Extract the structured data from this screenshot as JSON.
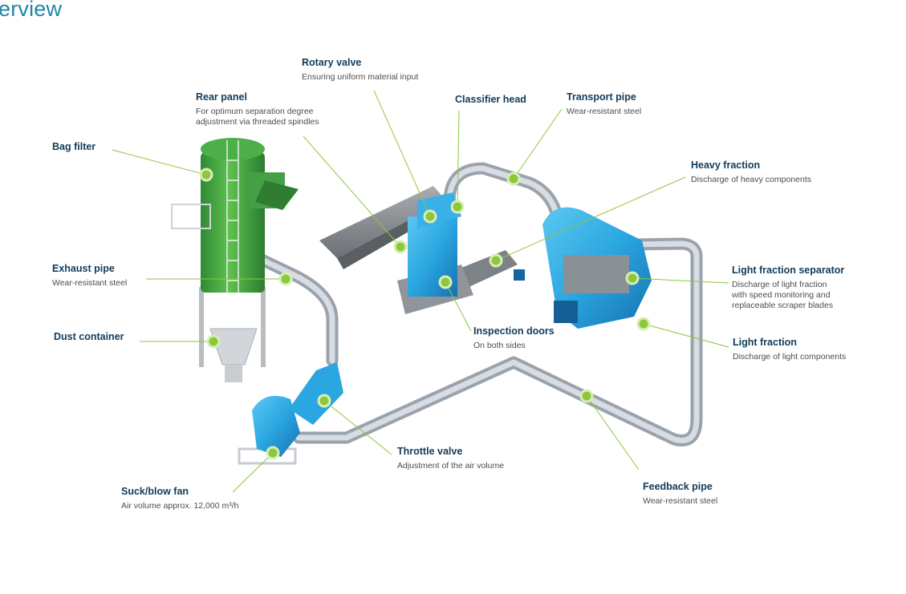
{
  "header": {
    "title": "erview"
  },
  "colors": {
    "title": "#1f86a7",
    "label_title": "#123b5a",
    "label_desc": "#4d4d4d",
    "leader_line": "#8dc63f",
    "marker": "#8dc63f",
    "machine_blue": "#2aa6e0",
    "silo_green": "#3f9f3f",
    "pipe": "#b9c3cc"
  },
  "labels": {
    "bag_filter": {
      "title": "Bag filter",
      "desc": ""
    },
    "rear_panel": {
      "title": "Rear panel",
      "desc": "For optimum separation degree\nadjustment via threaded spindles"
    },
    "rotary_valve": {
      "title": "Rotary valve",
      "desc": "Ensuring uniform material input"
    },
    "classifier_head": {
      "title": "Classifier head",
      "desc": ""
    },
    "transport_pipe": {
      "title": "Transport pipe",
      "desc": "Wear-resistant steel"
    },
    "heavy_fraction": {
      "title": "Heavy fraction",
      "desc": "Discharge of heavy components"
    },
    "light_fraction_separator": {
      "title": "Light fraction separator",
      "desc": "Discharge of light fraction\nwith speed monitoring and\nreplaceable scraper blades"
    },
    "light_fraction": {
      "title": "Light fraction",
      "desc": "Discharge of light components"
    },
    "exhaust_pipe": {
      "title": "Exhaust pipe",
      "desc": "Wear-resistant steel"
    },
    "dust_container": {
      "title": "Dust container",
      "desc": ""
    },
    "inspection_doors": {
      "title": "Inspection doors",
      "desc": "On both sides"
    },
    "throttle_valve": {
      "title": "Throttle valve",
      "desc": "Adjustment of the air volume"
    },
    "suck_blow_fan": {
      "title": "Suck/blow fan",
      "desc": "Air volume approx. 12,000 m³/h"
    },
    "feedback_pipe": {
      "title": "Feedback pipe",
      "desc": "Wear-resistant steel"
    }
  }
}
